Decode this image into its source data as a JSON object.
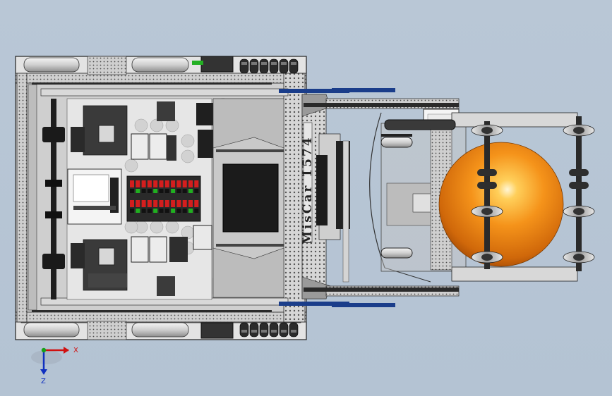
{
  "model": {
    "side_label": "MisCar 1574",
    "ball_color": "#f08a10"
  },
  "triad": {
    "x_label": "X",
    "z_label": "Z"
  },
  "colors": {
    "background": "#b7c5d5",
    "frame": "#d9d9d9",
    "dark": "#2a2a2a",
    "ball": "#f08a10",
    "led_red": "#d41e1e",
    "led_green": "#20b020",
    "accent_blue": "#1a3d8a"
  }
}
